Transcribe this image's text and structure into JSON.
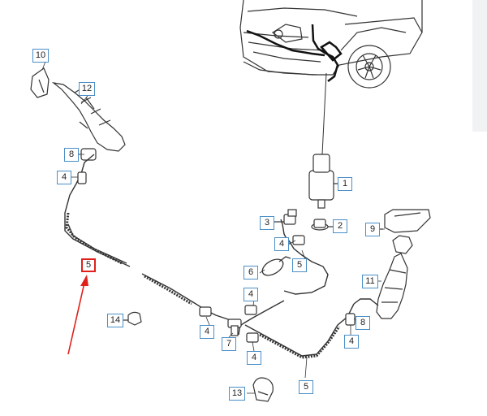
{
  "callouts": {
    "c1": "1",
    "c2": "2",
    "c3": "3",
    "c4a": "4",
    "c4b": "4",
    "c4c": "4",
    "c4d": "4",
    "c4e": "4",
    "c4f": "4",
    "c5a": "5",
    "c5b": "5",
    "c5c": "5",
    "c6": "6",
    "c7": "7",
    "c8a": "8",
    "c8b": "8",
    "c9": "9",
    "c10": "10",
    "c11": "11",
    "c12": "12",
    "c13": "13",
    "c14": "14"
  },
  "highlighted_part": "5",
  "colors": {
    "callout_border": "#4a8fc7",
    "highlight": "#e0211b",
    "line": "#333333"
  }
}
